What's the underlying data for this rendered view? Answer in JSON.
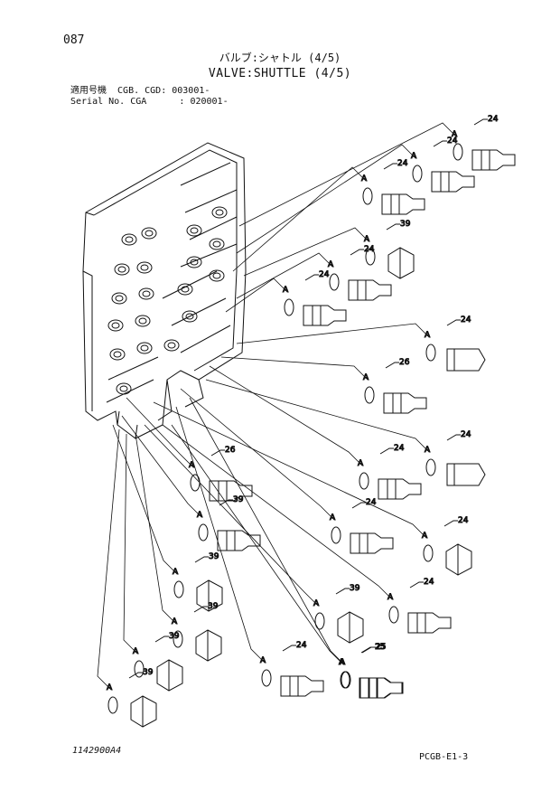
{
  "header": {
    "page_number": "087",
    "title_jp": "バルブ:シャトル (4/5)",
    "title_en": "VALVE:SHUTTLE (4/5)",
    "applicable_models": "適用号機  CGB. CGD: 003001-",
    "serial_number": "Serial No. CGA      : 020001-"
  },
  "footer": {
    "drawing_number": "1142900A4",
    "page_code": "PCGB-E1-3"
  },
  "diagram": {
    "seal_label": "A",
    "callouts": [
      "24",
      "24",
      "24",
      "39",
      "24",
      "24",
      "24",
      "26",
      "24",
      "24",
      "26",
      "24",
      "24",
      "39",
      "39",
      "24",
      "39",
      "25",
      "39",
      "39",
      "24",
      "25",
      "39"
    ]
  },
  "colors": {
    "line": "#111111",
    "background": "#ffffff"
  }
}
